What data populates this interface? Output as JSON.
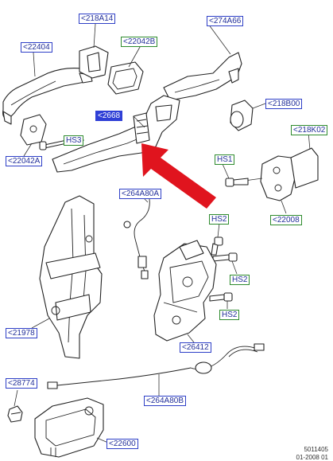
{
  "callouts": {
    "c218A14": "<218A14",
    "c274A66": "<274A66",
    "c22404": "<22404",
    "c22042B": "<22042B",
    "c2668": "<2668",
    "c218B00": "<218B00",
    "cHS3": "HS3",
    "c218K02": "<218K02",
    "c22042A": "<22042A",
    "cHS1": "HS1",
    "c264A80A": "<264A80A",
    "c22008": "<22008",
    "cHS2a": "HS2",
    "cHS2b": "HS2",
    "cHS2c": "HS2",
    "c21978": "<21978",
    "c26412": "<26412",
    "c28774": "<28774",
    "c264A80B": "<264A80B",
    "c22600": "<22600"
  },
  "catalog": {
    "number": "5011405",
    "date": "01-2008 01"
  },
  "colors": {
    "callout_border_blue": "#2e3fc7",
    "callout_border_green": "#2e8b2e",
    "callout_selected_bg": "#2f3fd6",
    "arrow_red": "#e0141e"
  }
}
